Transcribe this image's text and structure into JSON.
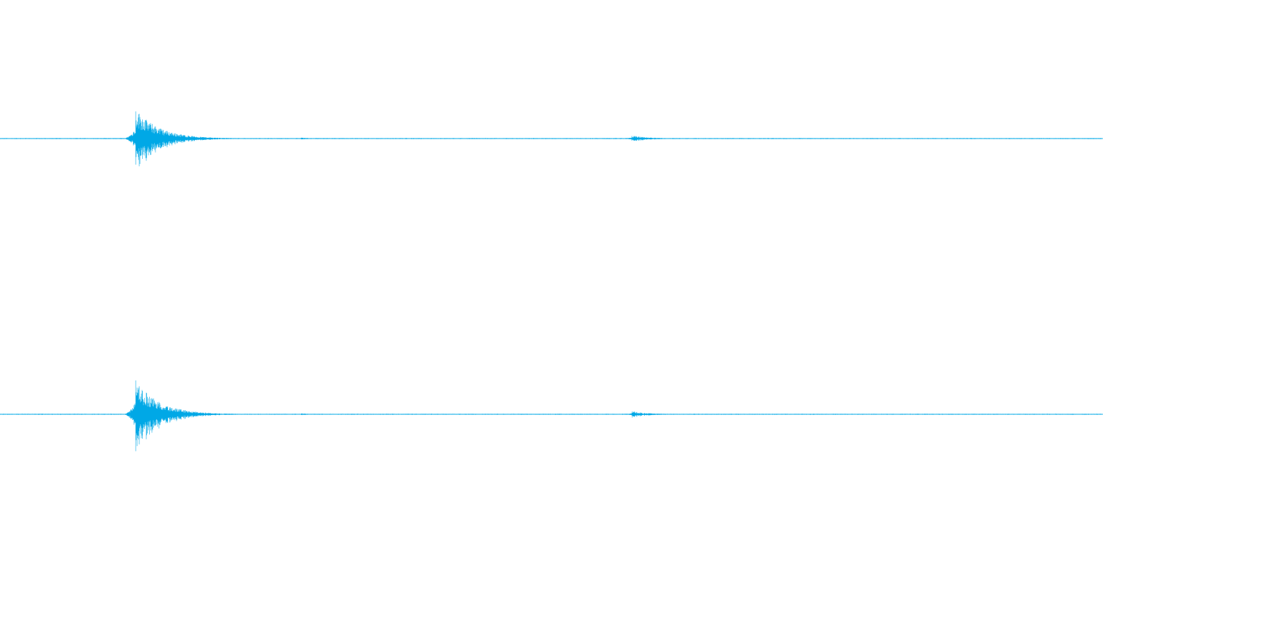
{
  "chart_data": {
    "type": "waveform",
    "channels": 2,
    "color": "#00a8e6",
    "background": "#ffffff",
    "grid": false,
    "title": "",
    "xlabel": "",
    "ylabel": "",
    "x_range": [
      0,
      1
    ],
    "amplitude_range": [
      -1,
      1
    ],
    "series": [
      {
        "noise_floor": 0.006,
        "events": [
          {
            "t": 0.123,
            "peak_pos": 0.49,
            "peak_neg": 0.49,
            "decay": 0.06
          },
          {
            "t": 0.273,
            "peak_pos": 0.018,
            "peak_neg": 0.018,
            "decay": 0.02
          },
          {
            "t": 0.573,
            "peak_pos": 0.05,
            "peak_neg": 0.05,
            "decay": 0.045
          }
        ]
      },
      {
        "noise_floor": 0.006,
        "events": [
          {
            "t": 0.123,
            "peak_pos": 0.56,
            "peak_neg": 0.56,
            "decay": 0.06
          },
          {
            "t": 0.273,
            "peak_pos": 0.018,
            "peak_neg": 0.018,
            "decay": 0.02
          },
          {
            "t": 0.573,
            "peak_pos": 0.05,
            "peak_neg": 0.05,
            "decay": 0.045
          }
        ]
      }
    ]
  }
}
